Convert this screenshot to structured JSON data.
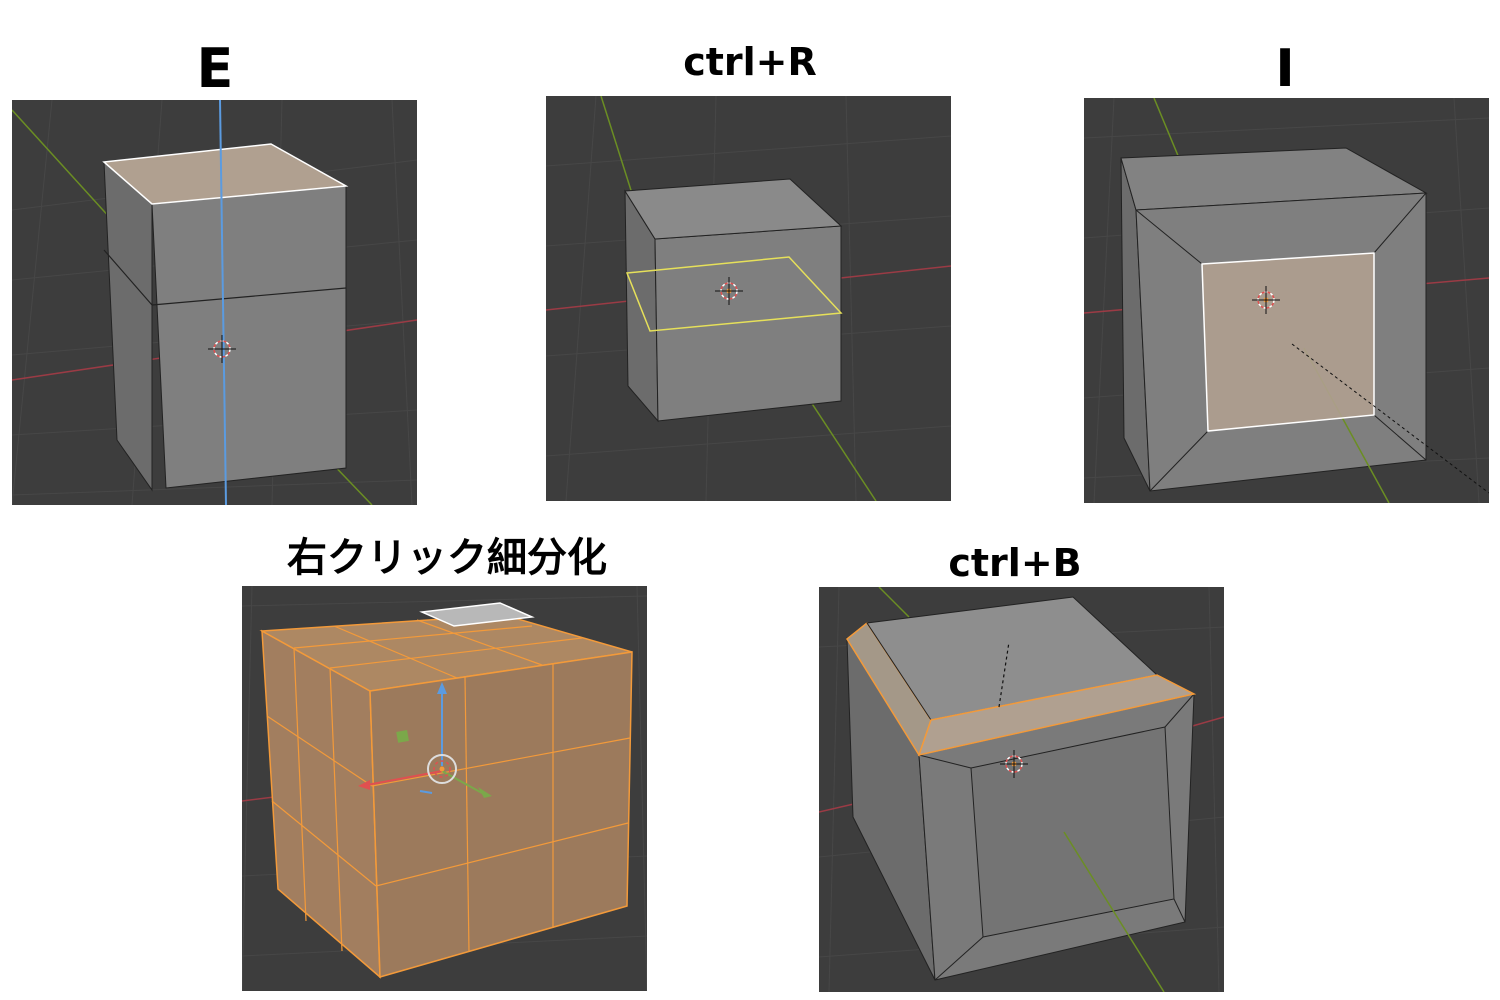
{
  "colors": {
    "viewport_bg": "#3d3d3d",
    "grid_line": "#474747",
    "x_axis": "#9b3b45",
    "y_axis": "#6b8e23",
    "z_axis": "#5b9be0",
    "face_gray": "#7f7f7f",
    "face_selected": "#b0a090",
    "loop_cut_highlight": "#e6e05a",
    "selection_orange": "#f39a3a"
  },
  "panels": [
    {
      "id": "extrude",
      "caption": "E",
      "shortcut_meaning": "extrude",
      "icon": "3d-cursor-icon"
    },
    {
      "id": "loop-cut",
      "caption": "ctrl+R",
      "shortcut_meaning": "loop cut",
      "icon": "3d-cursor-icon"
    },
    {
      "id": "inset",
      "caption": "I",
      "shortcut_meaning": "inset",
      "icon": "3d-cursor-icon"
    },
    {
      "id": "subdivide",
      "caption": "右クリック細分化",
      "shortcut_meaning": "subdivide",
      "icon": "transform-gizmo-icon"
    },
    {
      "id": "bevel",
      "caption": "ctrl+B",
      "shortcut_meaning": "bevel",
      "icon": "3d-cursor-icon"
    }
  ]
}
